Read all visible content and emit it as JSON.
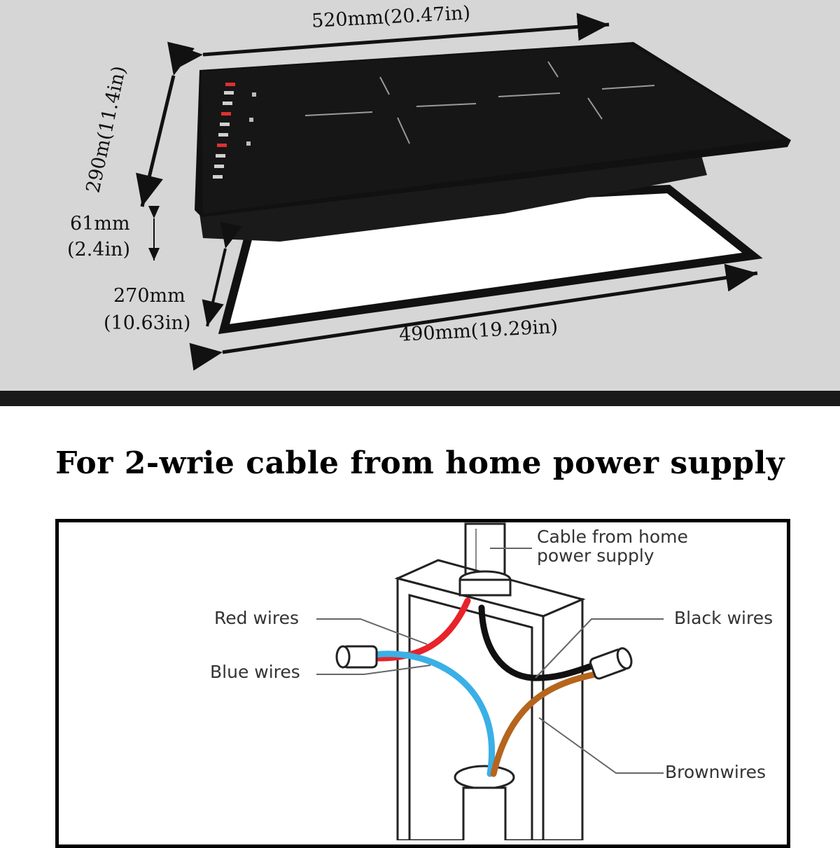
{
  "dimensions": {
    "width_top": "520mm(20.47in)",
    "depth": "290m(11.4in)",
    "height_mm": "61mm",
    "height_in": "(2.4in)",
    "cutout_depth_mm": "270mm",
    "cutout_depth_in": "(10.63in)",
    "cutout_width": "490mm(19.29in)"
  },
  "colors": {
    "panel_bg": "#d6d6d6",
    "cooktop_glass": "#111111",
    "red_wire": "#e8232a",
    "blue_wire": "#3ab0e6",
    "black_wire": "#111111",
    "brown_wire": "#b5651d"
  },
  "heading": "For 2-wrie cable from home power supply",
  "wiring": {
    "cable_label_line1": "Cable from home",
    "cable_label_line2": "power supply",
    "red_label": "Red  wires",
    "blue_label": "Blue  wires",
    "black_label": "Black wires",
    "brown_label": "Brownwires"
  }
}
